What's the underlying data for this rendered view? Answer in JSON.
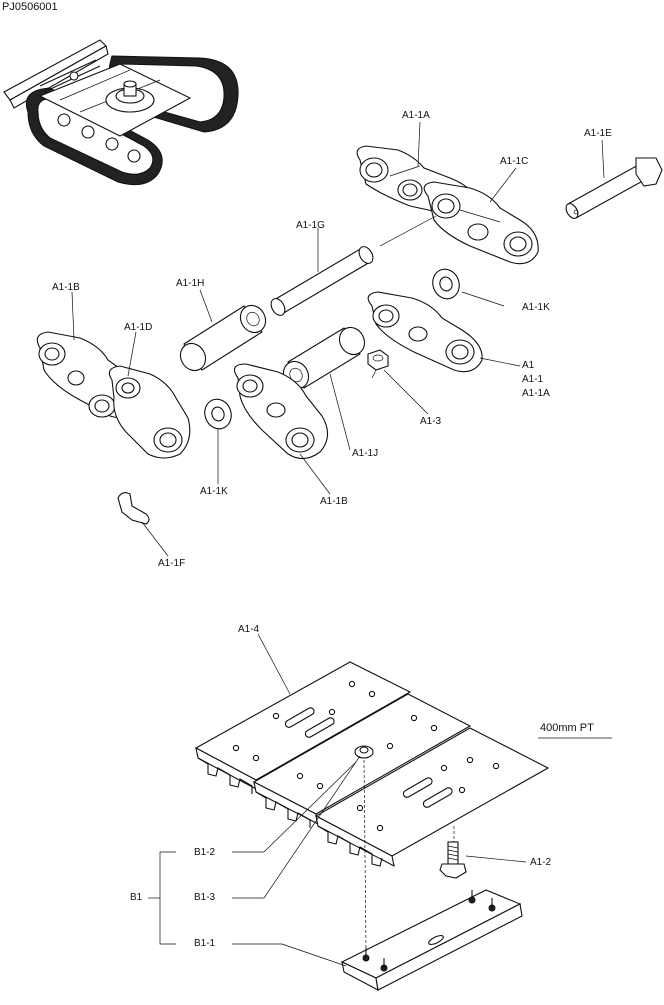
{
  "document": {
    "id": "PJ0506001"
  },
  "section_label": "400mm PT",
  "labels": {
    "a1_1a": "A1-1A",
    "a1_1c": "A1-1C",
    "a1_1e": "A1-1E",
    "a1_1g": "A1-1G",
    "a1_1h": "A1-1H",
    "a1_1b_top": "A1-1B",
    "a1_1d": "A1-1D",
    "a1_1k_right": "A1-1K",
    "a1": "A1",
    "a1_1": "A1-1",
    "a1_1a_bottom": "A1-1A",
    "a1_3": "A1-3",
    "a1_1j": "A1-1J",
    "a1_1k_left": "A1-1K",
    "a1_1b_bottom": "A1-1B",
    "a1_1f": "A1-1F",
    "a1_4": "A1-4",
    "a1_2": "A1-2",
    "b1_2": "B1-2",
    "b1": "B1",
    "b1_3": "B1-3",
    "b1_1": "B1-1"
  }
}
